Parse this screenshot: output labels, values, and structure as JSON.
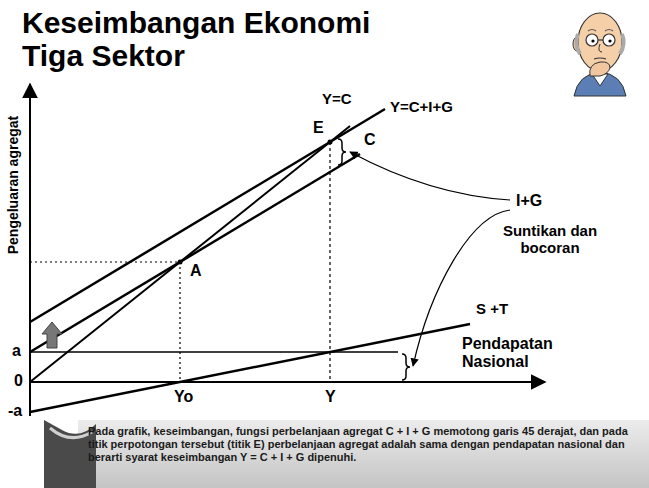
{
  "diagram": {
    "title": "Keseimbangan Ekonomi Tiga Sektor",
    "caption": "Pada grafik, keseimbangan, fungsi perbelanjaan agregat C + I + G memotong garis 45 derajat, dan pada titik perpotongan tersebut (titik E) perbelanjaan agregat adalah sama dengan pendapatan nasional dan berarti syarat keseimbangan Y = C + I + G dipenuhi.",
    "labels": [
      "Y=C",
      "Y=C+I+G",
      "E",
      "C",
      "Pengeluaran agregat",
      "I+G",
      "Suntikan dan bocoran",
      "A",
      "S +T",
      "a",
      "Pendapatan Nasional",
      "0",
      "-a",
      "Yo",
      "Y"
    ]
  }
}
